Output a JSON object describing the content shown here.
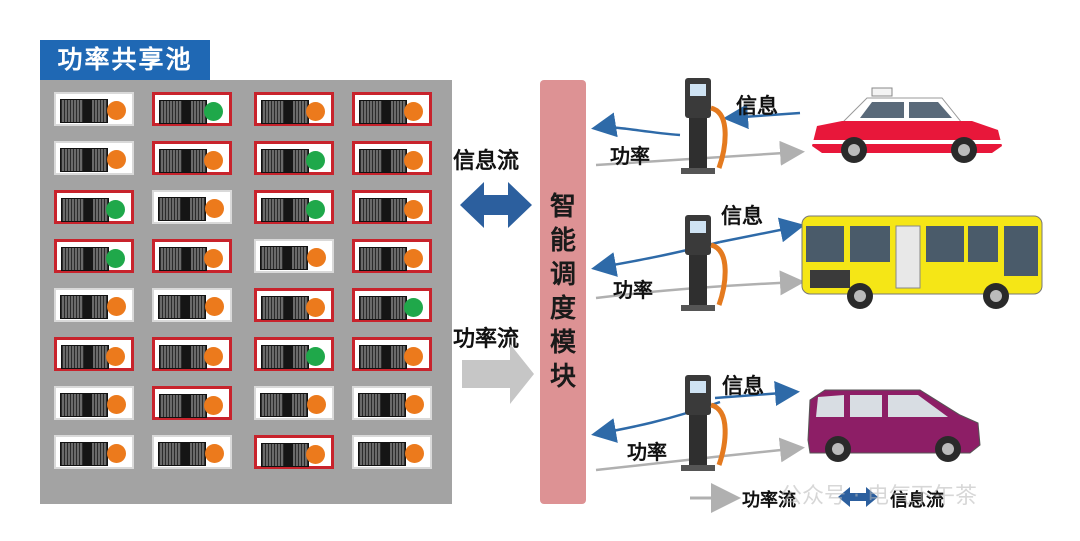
{
  "pool": {
    "title": "功率共享池",
    "rows": [
      [
        [
          "o",
          false
        ],
        [
          "g",
          true
        ],
        [
          "o",
          true
        ],
        [
          "o",
          true
        ]
      ],
      [
        [
          "o",
          false
        ],
        [
          "o",
          true
        ],
        [
          "g",
          true
        ],
        [
          "o",
          true
        ]
      ],
      [
        [
          "g",
          true
        ],
        [
          "o",
          false
        ],
        [
          "g",
          true
        ],
        [
          "o",
          true
        ]
      ],
      [
        [
          "g",
          true
        ],
        [
          "o",
          true
        ],
        [
          "o",
          false
        ],
        [
          "o",
          true
        ]
      ],
      [
        [
          "o",
          false
        ],
        [
          "o",
          false
        ],
        [
          "o",
          true
        ],
        [
          "g",
          true
        ]
      ],
      [
        [
          "o",
          true
        ],
        [
          "o",
          true
        ],
        [
          "g",
          true
        ],
        [
          "o",
          true
        ]
      ],
      [
        [
          "o",
          false
        ],
        [
          "o",
          true
        ],
        [
          "o",
          false
        ],
        [
          "o",
          false
        ]
      ],
      [
        [
          "o",
          false
        ],
        [
          "o",
          false
        ],
        [
          "o",
          true
        ],
        [
          "o",
          false
        ]
      ]
    ]
  },
  "left_flows": {
    "info_label": "信息流",
    "power_label": "功率流"
  },
  "scheduler": {
    "label": "智能调度模块"
  },
  "chargers": [
    {
      "info_label": "信息",
      "power_label": "功率",
      "vehicle": "taxi",
      "colors": {
        "body": "#e8173a",
        "top": "#ffffff"
      }
    },
    {
      "info_label": "信息",
      "power_label": "功率",
      "vehicle": "bus",
      "colors": {
        "body": "#f5e616"
      }
    },
    {
      "info_label": "信息",
      "power_label": "功率",
      "vehicle": "van",
      "colors": {
        "body": "#8d1e66"
      }
    }
  ],
  "legend": {
    "power_label": "功率流",
    "info_label": "信息流"
  },
  "watermark": "公众号 · 电气下午茶",
  "colors": {
    "pool_title_bg": "#1f68b4",
    "pool_bg": "#a3a3a3",
    "module_active_border": "#c8232c",
    "led_orange": "#ec7a1c",
    "led_green": "#1fa84a",
    "scheduler_bg": "#dd9294",
    "info_arrow": "#2e6aa8",
    "power_arrow": "#b8b8b8"
  }
}
